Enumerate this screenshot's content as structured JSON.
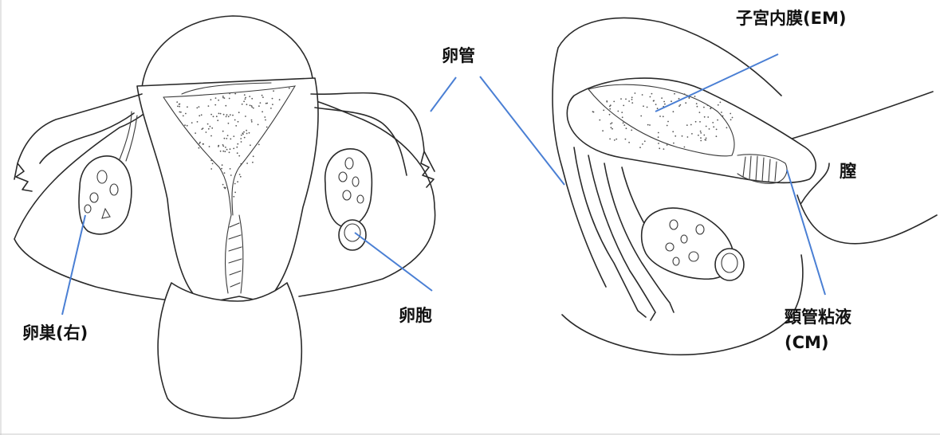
{
  "colors": {
    "leader_line": "#4a7fd4",
    "ink": "#2a2a2a"
  },
  "labels": {
    "oviduct": "卵管",
    "endometrium": "子宮内膜(EM)",
    "vagina": "膣",
    "ovary_right": "卵巣(右)",
    "follicle": "卵胞",
    "cervical_mucus_line1": "頸管粘液",
    "cervical_mucus_line2": "(CM)"
  }
}
